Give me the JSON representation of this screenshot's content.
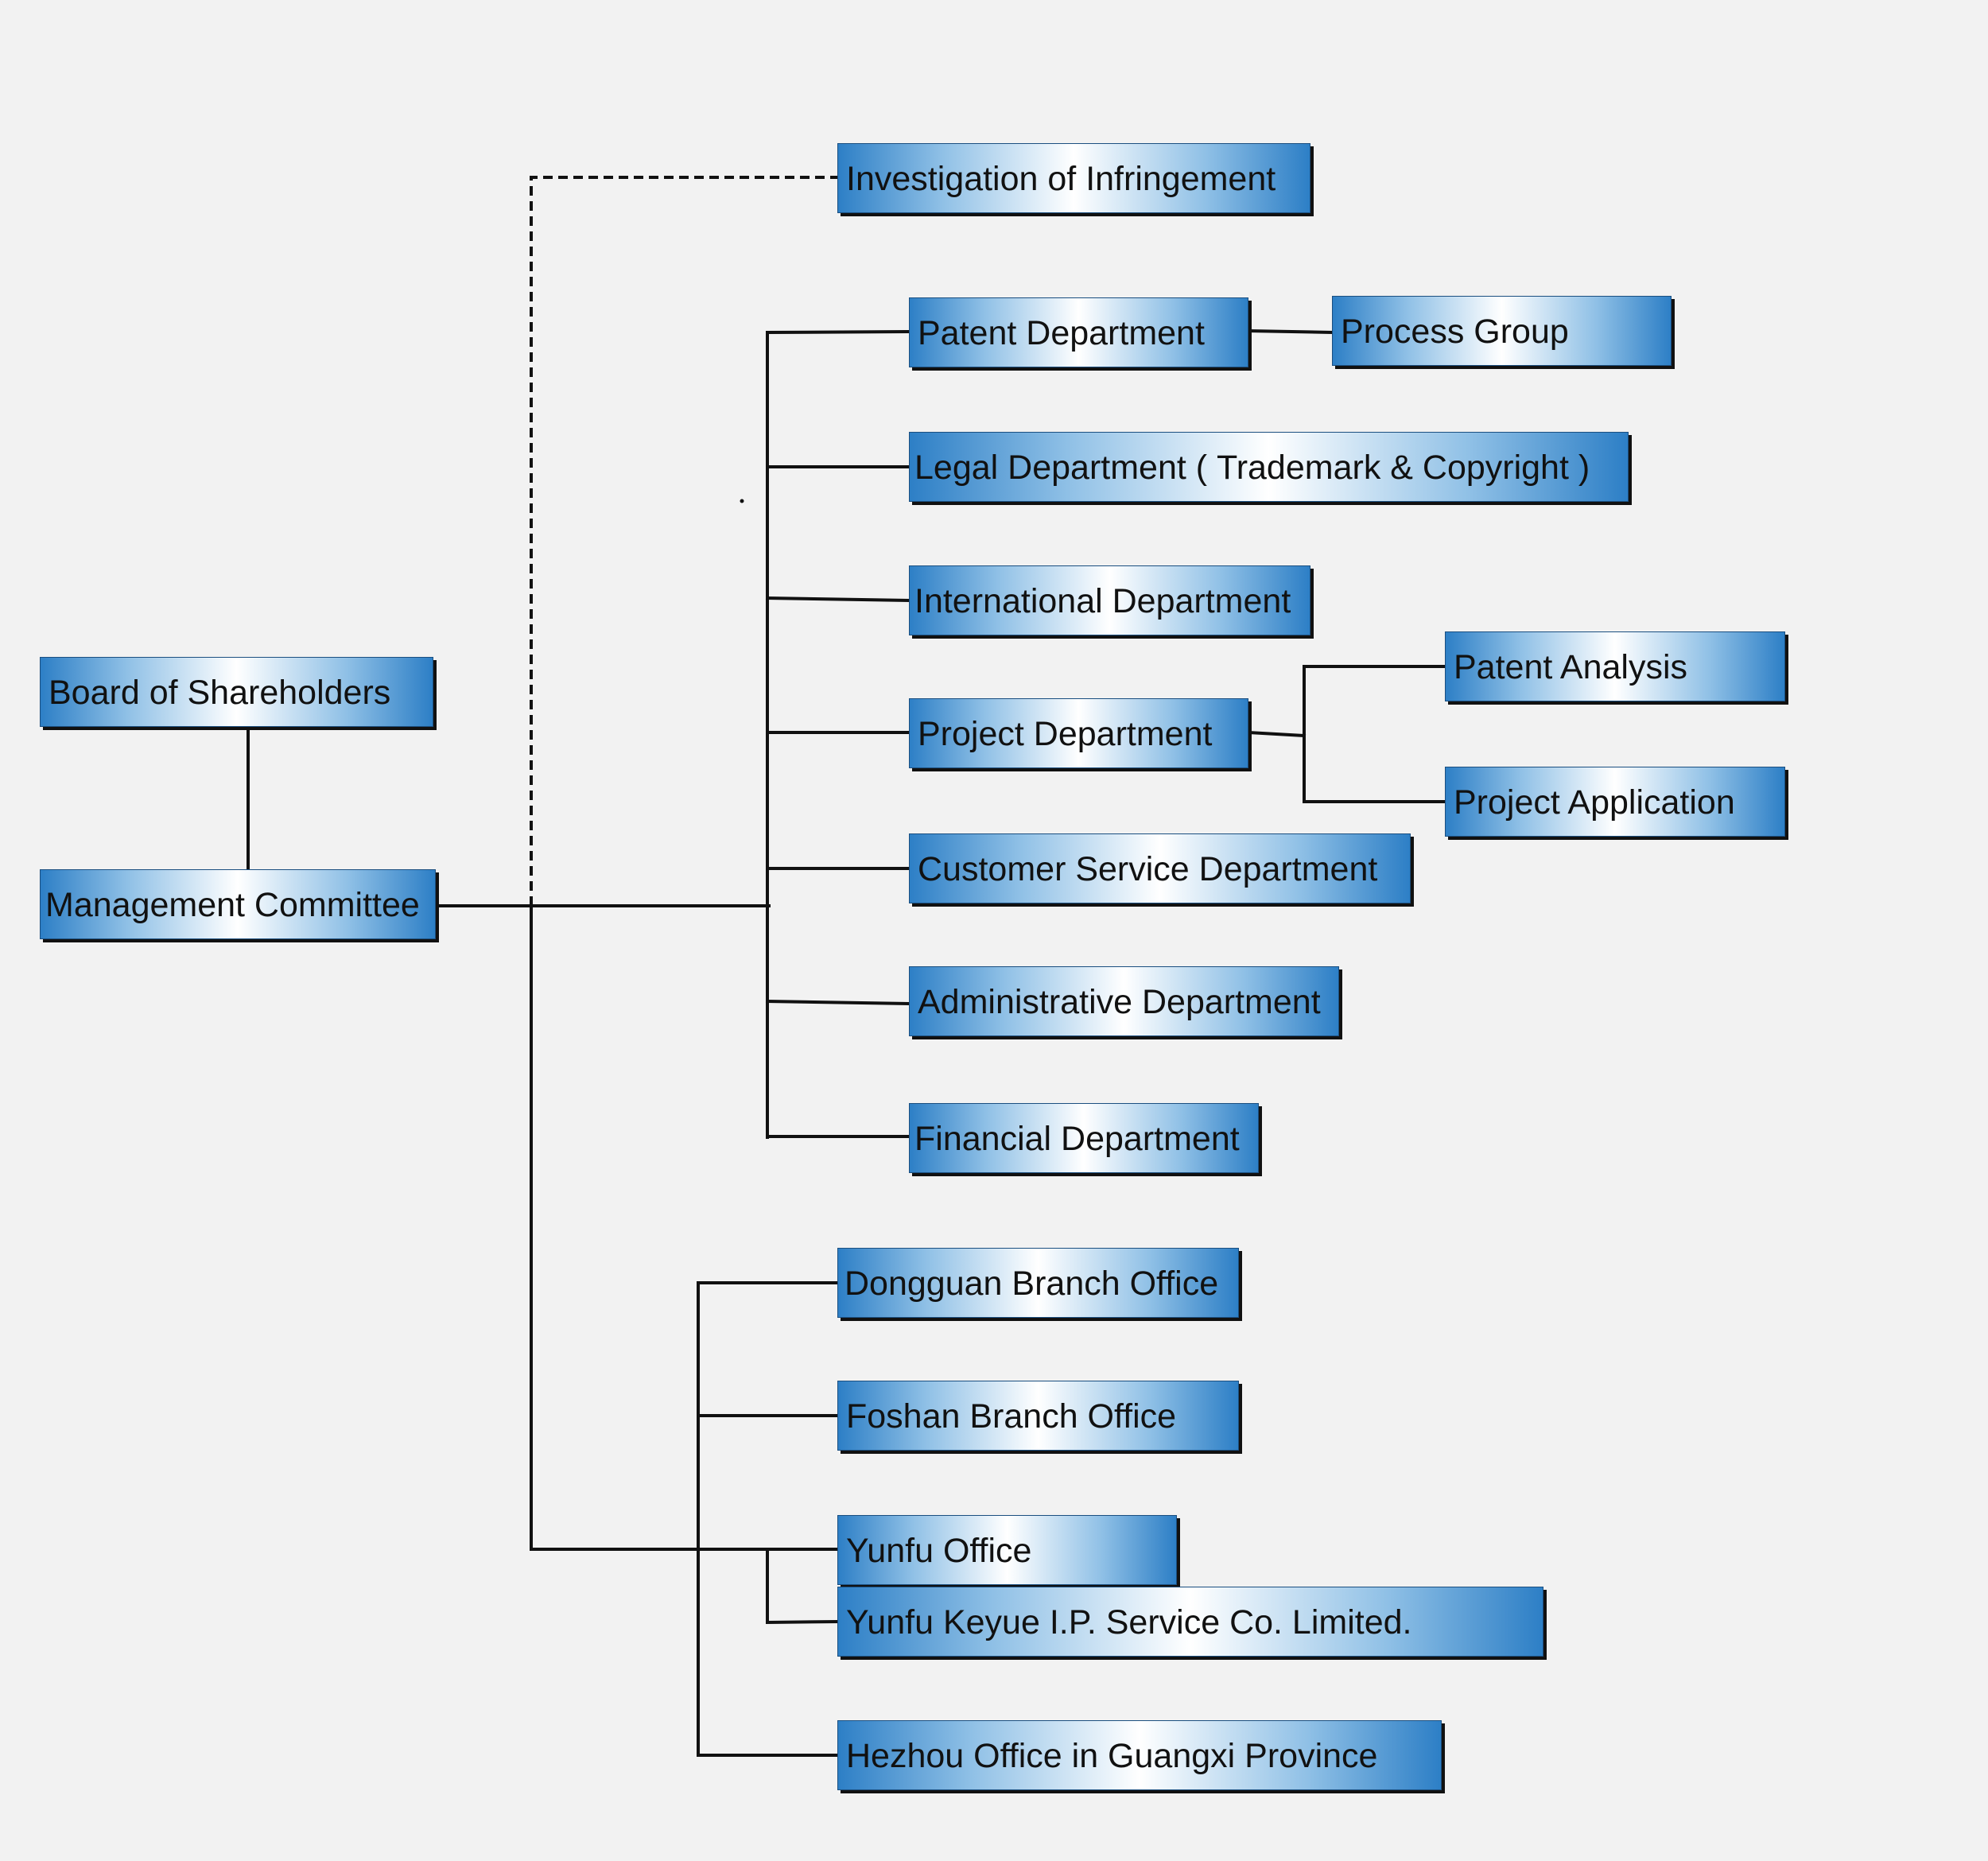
{
  "nodes": {
    "board": "Board of Shareholders",
    "management": "Management Committee",
    "investigation": "Investigation of Infringement",
    "patent_dept": "Patent Department",
    "process_group": "Process Group",
    "legal_dept": "Legal Department ( Trademark & Copyright )",
    "international_dept": "International Department",
    "project_dept": "Project Department",
    "patent_analysis": "Patent Analysis",
    "project_application": "Project Application",
    "customer_service_dept": "Customer Service Department",
    "administrative_dept": "Administrative Department",
    "financial_dept": "Financial Department",
    "dongguan_office": "Dongguan Branch Office",
    "foshan_office": "Foshan Branch Office",
    "yunfu_office": "Yunfu Office",
    "yunfu_keyue": "Yunfu Keyue I.P. Service Co. Limited.",
    "hezhou_office": "Hezhou Office in Guangxi Province"
  },
  "colors": {
    "box_gradient_edge": "#2d7fc6",
    "box_gradient_center": "#ffffff",
    "connector": "#111111",
    "background": "#f2f2f2"
  }
}
